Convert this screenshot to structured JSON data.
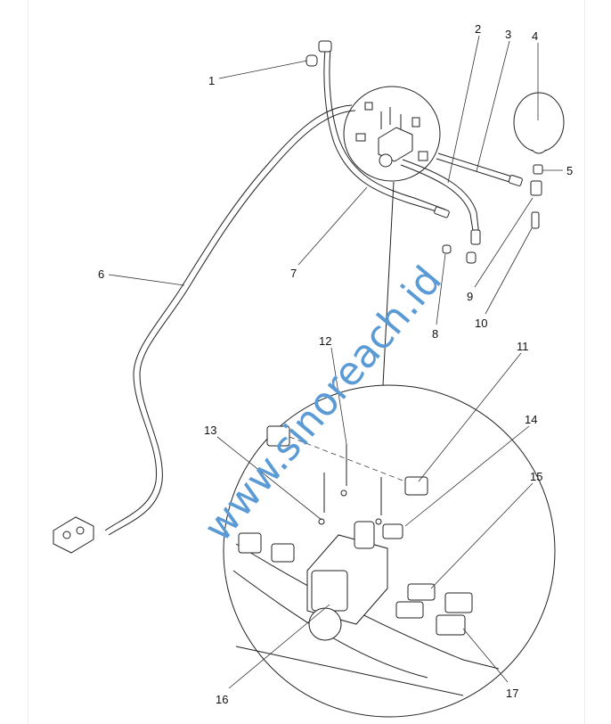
{
  "diagram": {
    "callouts": [
      "1",
      "2",
      "3",
      "4",
      "5",
      "6",
      "7",
      "8",
      "9",
      "10",
      "11",
      "12",
      "13",
      "14",
      "15",
      "16",
      "17"
    ],
    "watermark": "www.sinoreach.id"
  }
}
